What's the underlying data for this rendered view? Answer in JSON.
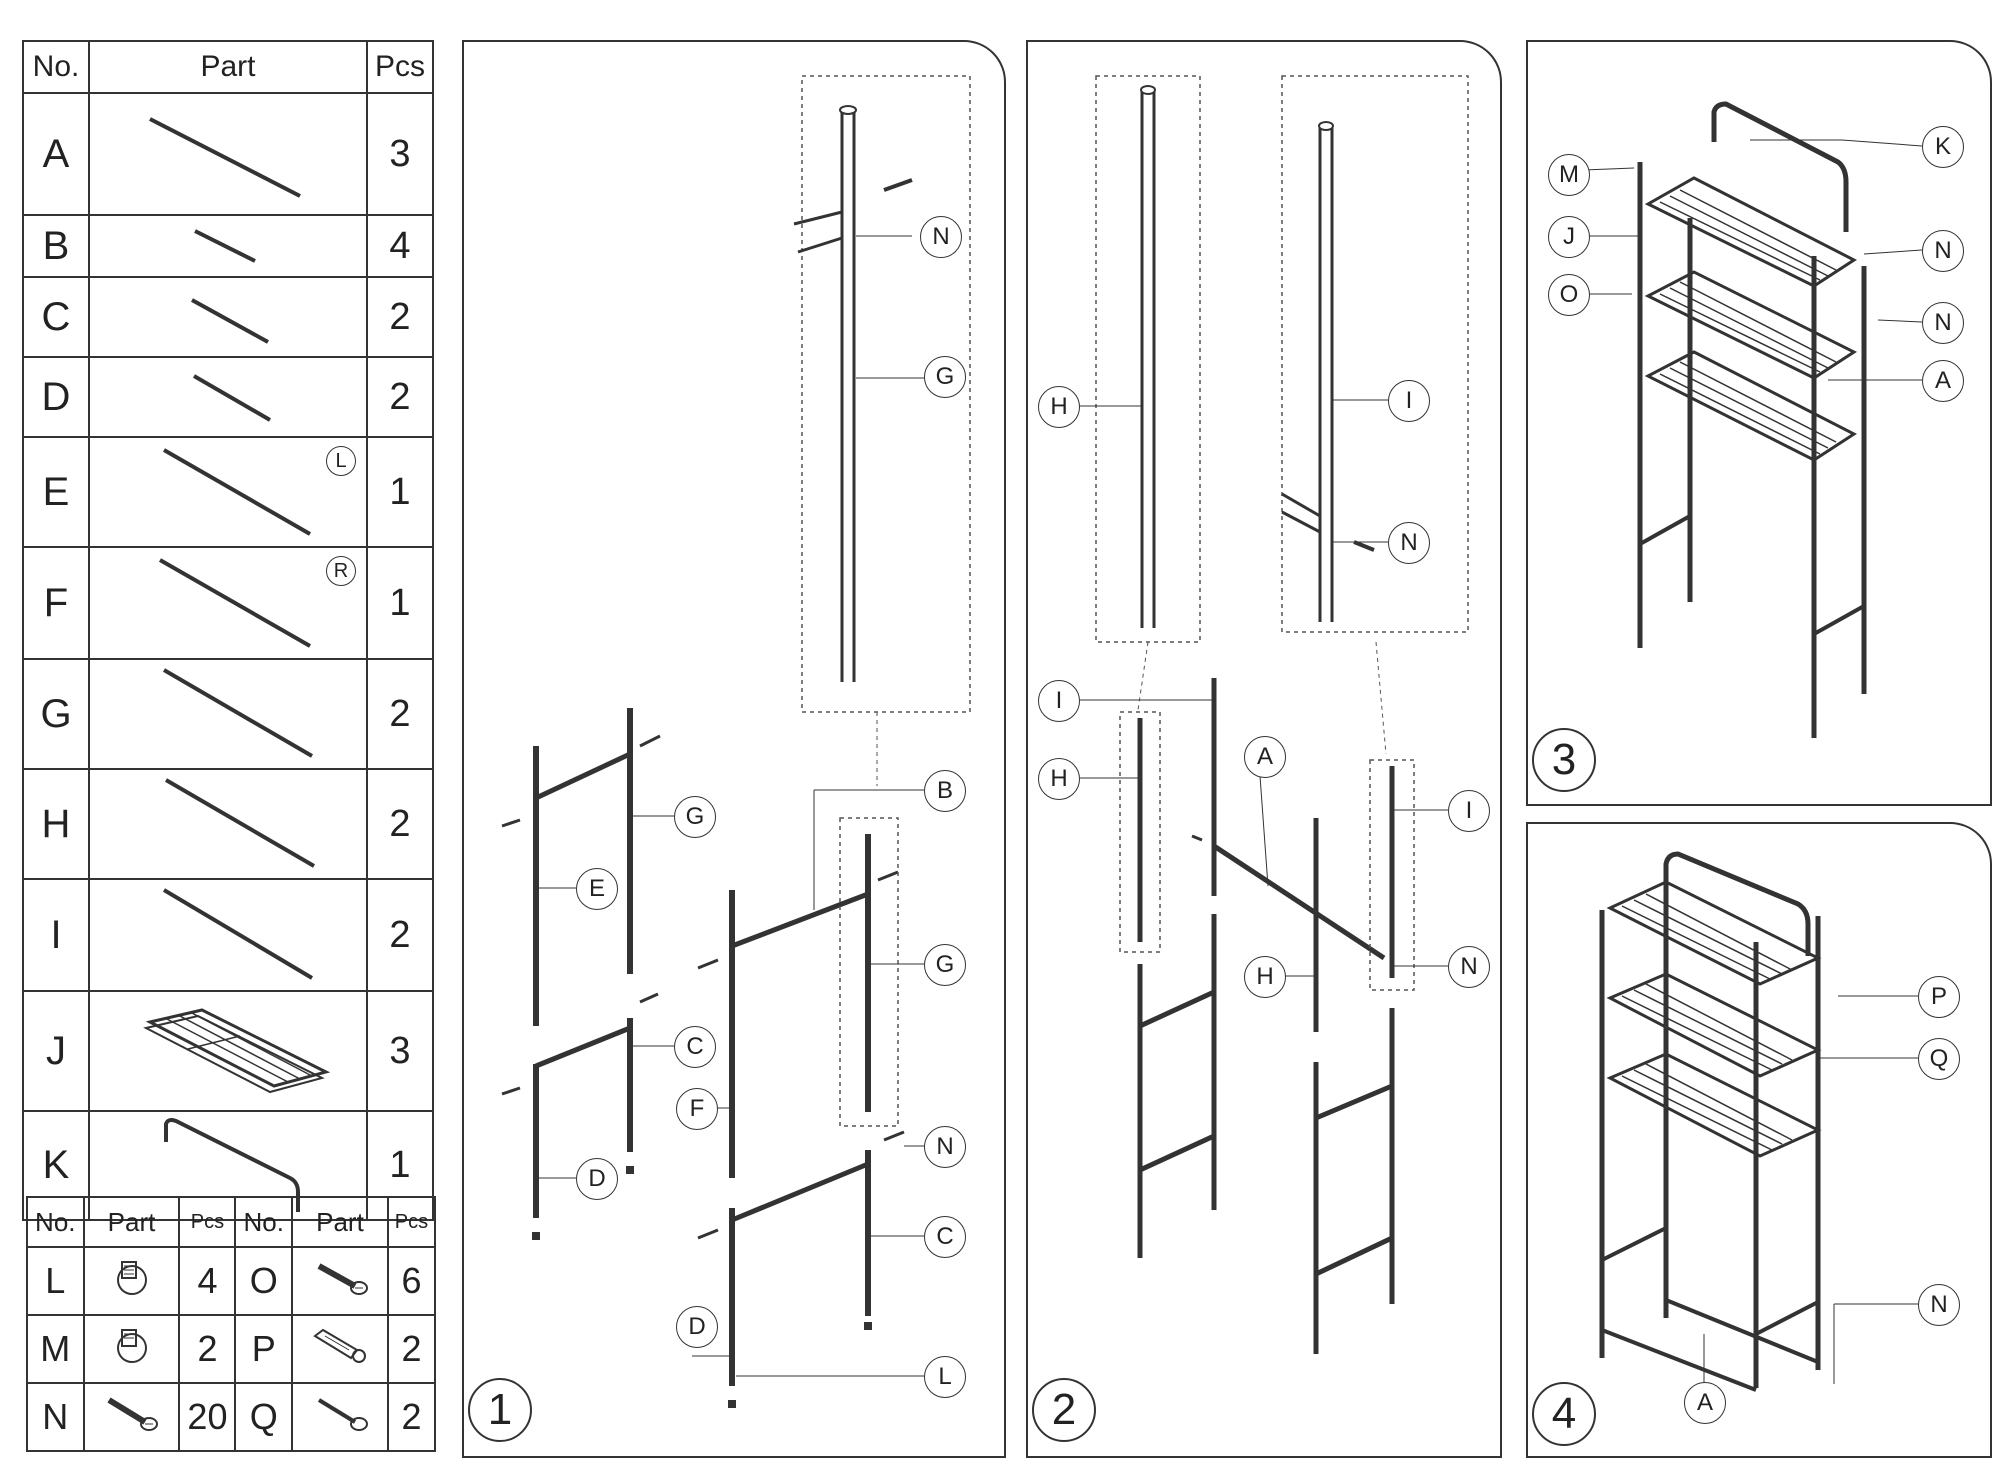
{
  "parts_table": {
    "headers": {
      "no": "No.",
      "part": "Part",
      "pcs": "Pcs"
    },
    "rows": [
      {
        "no": "A",
        "pcs": "3"
      },
      {
        "no": "B",
        "pcs": "4"
      },
      {
        "no": "C",
        "pcs": "2"
      },
      {
        "no": "D",
        "pcs": "2"
      },
      {
        "no": "E",
        "pcs": "1",
        "tag": "L"
      },
      {
        "no": "F",
        "pcs": "1",
        "tag": "R"
      },
      {
        "no": "G",
        "pcs": "2"
      },
      {
        "no": "H",
        "pcs": "2"
      },
      {
        "no": "I",
        "pcs": "2"
      },
      {
        "no": "J",
        "pcs": "3"
      },
      {
        "no": "K",
        "pcs": "1"
      }
    ]
  },
  "hardware_table": {
    "headers": {
      "no": "No.",
      "part": "Part",
      "pcs": "Pcs"
    },
    "rows": [
      {
        "no1": "L",
        "pcs1": "4",
        "no2": "O",
        "pcs2": "6"
      },
      {
        "no1": "M",
        "pcs1": "2",
        "no2": "P",
        "pcs2": "2"
      },
      {
        "no1": "N",
        "pcs1": "20",
        "no2": "Q",
        "pcs2": "2"
      }
    ]
  },
  "steps": {
    "step1": {
      "number": "1",
      "callouts": {
        "n_top": "N",
        "g_top": "G",
        "g_left": "G",
        "e": "E",
        "c_left": "C",
        "d_left": "D",
        "b": "B",
        "g_right": "G",
        "f": "F",
        "n_mid": "N",
        "c_right": "C",
        "d_right": "D",
        "l": "L"
      }
    },
    "step2": {
      "number": "2",
      "callouts": {
        "h_top": "H",
        "i_top": "I",
        "n_top": "N",
        "i_left": "I",
        "h_left": "H",
        "a": "A",
        "i_right": "I",
        "h_mid": "H",
        "n_right": "N"
      }
    },
    "step3": {
      "number": "3",
      "callouts": {
        "m": "M",
        "j": "J",
        "o": "O",
        "k": "K",
        "n1": "N",
        "n2": "N",
        "a": "A"
      }
    },
    "step4": {
      "number": "4",
      "callouts": {
        "p": "P",
        "q": "Q",
        "n": "N",
        "a": "A"
      }
    }
  }
}
